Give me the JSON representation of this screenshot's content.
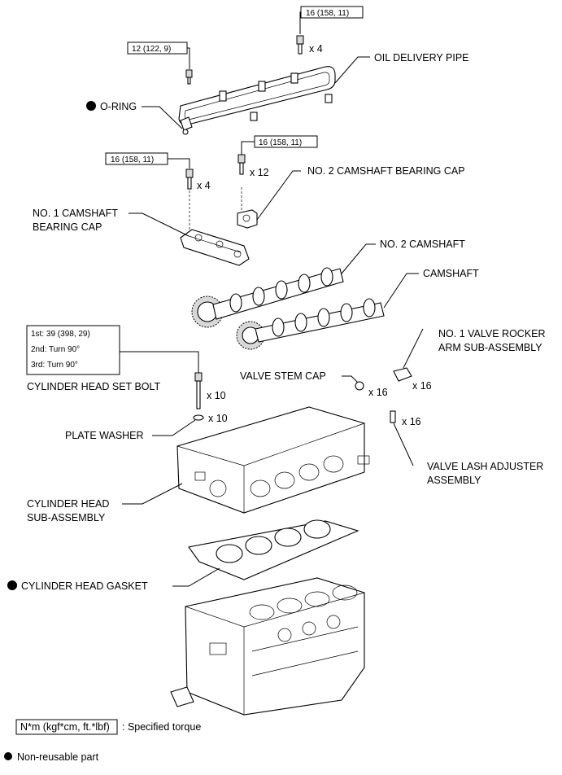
{
  "labels": {
    "oil_delivery_pipe": "OIL DELIVERY PIPE",
    "o_ring": "O-RING",
    "no2_camshaft_bearing_cap": "NO. 2 CAMSHAFT BEARING CAP",
    "no1_camshaft_bearing_cap_l1": "NO. 1 CAMSHAFT",
    "no1_camshaft_bearing_cap_l2": "BEARING CAP",
    "no2_camshaft": "NO. 2 CAMSHAFT",
    "camshaft": "CAMSHAFT",
    "no1_valve_rocker_l1": "NO. 1 VALVE ROCKER",
    "no1_valve_rocker_l2": "ARM SUB-ASSEMBLY",
    "valve_stem_cap": "VALVE STEM CAP",
    "cylinder_head_set_bolt": "CYLINDER HEAD SET BOLT",
    "plate_washer": "PLATE WASHER",
    "cylinder_head_l1": "CYLINDER HEAD",
    "cylinder_head_l2": "SUB-ASSEMBLY",
    "valve_lash_adjuster_l1": "VALVE LASH ADJUSTER",
    "valve_lash_adjuster_l2": "ASSEMBLY",
    "cylinder_head_gasket": "CYLINDER HEAD GASKET"
  },
  "torques": {
    "pipe_bolt": "16 (158, 11)",
    "pipe_left_bolt": "12 (122, 9)",
    "no1_cap_bolt": "16 (158, 11)",
    "no2_cap_bolt": "16 (158, 11)",
    "head_bolt_step1": "1st: 39 (398, 29)",
    "head_bolt_step2": "2nd: Turn 90°",
    "head_bolt_step3": "3rd: Turn 90°"
  },
  "counts": {
    "pipe_bolt": "x 4",
    "no1_cap_bolt": "x 4",
    "no2_cap_bolt": "x 12",
    "head_bolt": "x 10",
    "plate_washer": "x 10",
    "valve_stem_cap": "x 16",
    "rocker_arm": "x 16",
    "lash_adjuster": "x 16"
  },
  "legend": {
    "torque_unit": "N*m (kgf*cm, ft.*lbf)",
    "torque_desc": ": Specified torque",
    "non_reusable": "Non-reusable part"
  }
}
